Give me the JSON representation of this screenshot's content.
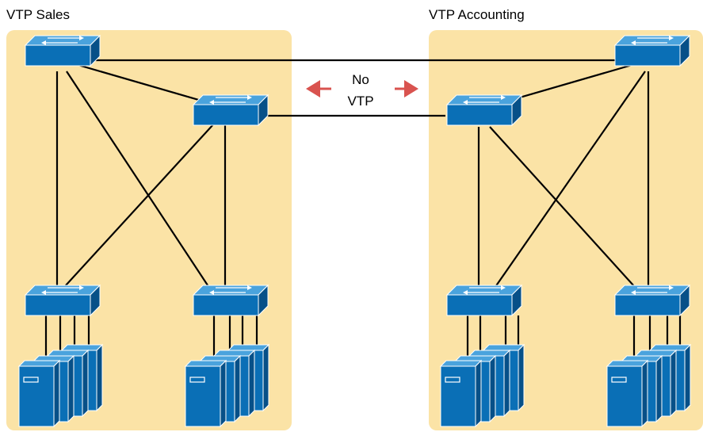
{
  "domains": [
    {
      "label": "VTP Sales"
    },
    {
      "label": "VTP Accounting"
    }
  ],
  "link_note": {
    "line1": "No",
    "line2": "VTP"
  },
  "colors": {
    "zone_fill": "#fbe3a6",
    "device_front": "#0a6fb6",
    "device_side": "#075088",
    "device_top": "#4aa3dd",
    "link": "#000000",
    "arrow": "#d9534f"
  },
  "icons": {
    "switch": "switch-icon",
    "server": "server-icon"
  }
}
